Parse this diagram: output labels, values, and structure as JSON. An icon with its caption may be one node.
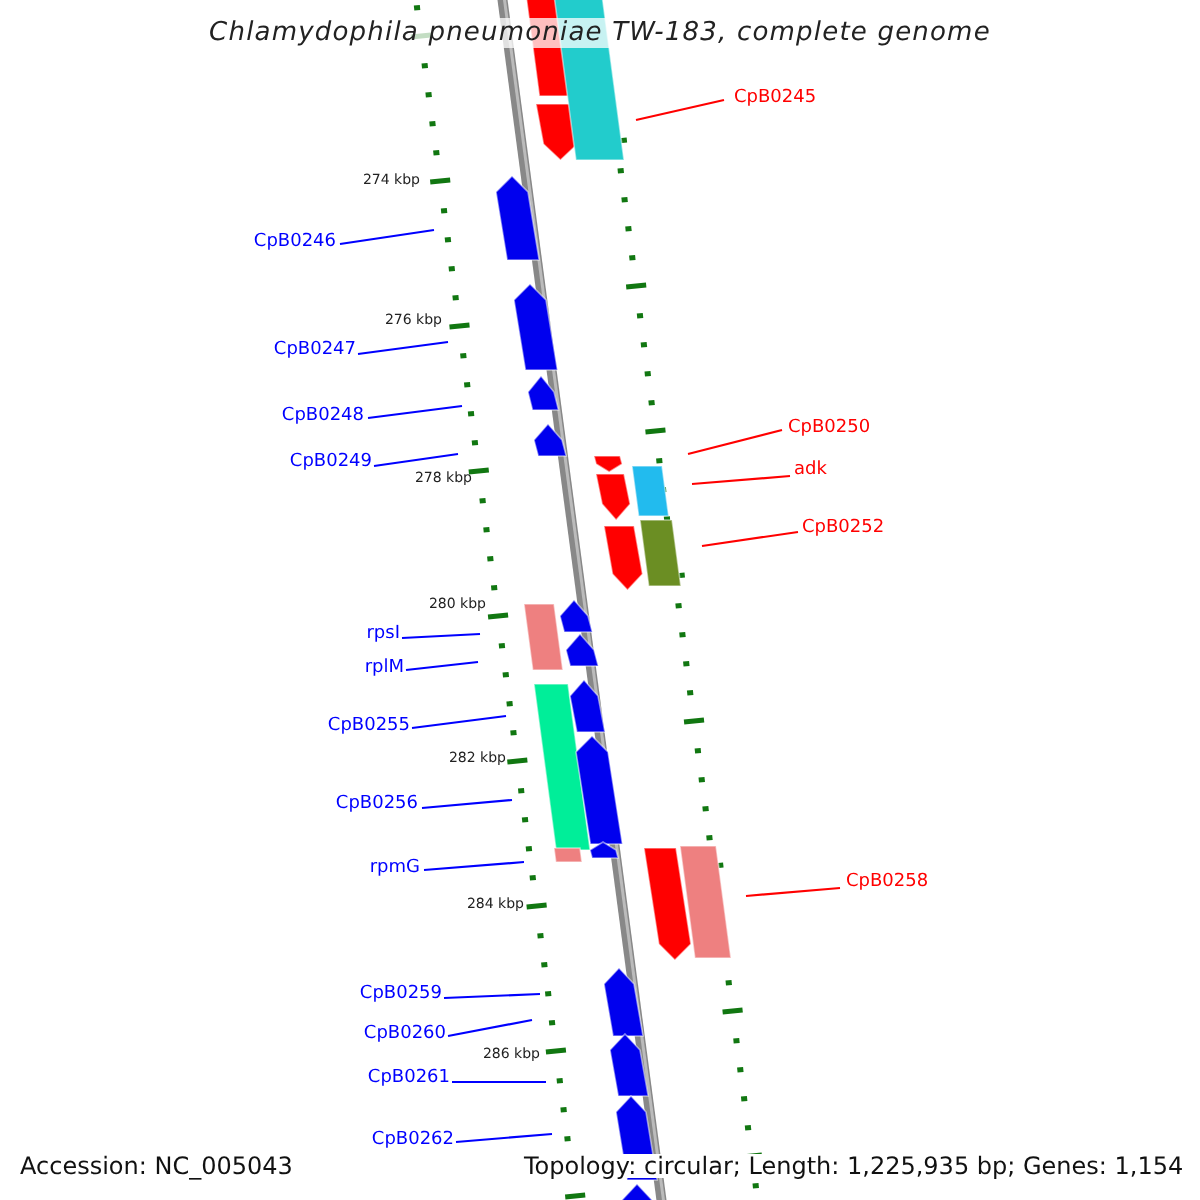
{
  "diagram": {
    "title": "Chlamydophila pneumoniae TW-183, complete genome",
    "nodes": [
      {
        "text": [
          "CpB0245"
        ]
      },
      {
        "text": [
          "CpB0246"
        ]
      },
      {
        "text": [
          "CpB0247"
        ]
      },
      {
        "text": [
          "CpB0248"
        ]
      },
      {
        "text": [
          "CpB0249"
        ]
      },
      {
        "text": [
          "CpB0250"
        ]
      },
      {
        "text": [
          "adk"
        ]
      },
      {
        "text": [
          "CpB0252"
        ]
      },
      {
        "text": [
          "rpsI"
        ]
      },
      {
        "text": [
          "rplM"
        ]
      },
      {
        "text": [
          "CpB0255"
        ]
      },
      {
        "text": [
          "CpB0256"
        ]
      },
      {
        "text": [
          "rpmG"
        ]
      },
      {
        "text": [
          "CpB0258"
        ]
      },
      {
        "text": [
          "CpB0259"
        ]
      },
      {
        "text": [
          "CpB0260"
        ]
      },
      {
        "text": [
          "CpB0261"
        ]
      },
      {
        "text": [
          "CpB0262"
        ]
      }
    ],
    "edges": [
      {
        "from": 0,
        "to": null,
        "arrow": "none",
        "color": "#ff0000"
      },
      {
        "from": 1,
        "to": null,
        "arrow": "none"
      },
      {
        "from": 2,
        "to": null,
        "arrow": "none"
      },
      {
        "from": 3,
        "to": null,
        "arrow": "none"
      },
      {
        "from": 4,
        "to": null,
        "arrow": "none"
      },
      {
        "from": 5,
        "to": null,
        "arrow": "none",
        "color": "#ff0000"
      },
      {
        "from": 6,
        "to": null,
        "arrow": "none",
        "color": "#ff0000"
      },
      {
        "from": 7,
        "to": null,
        "arrow": "none",
        "color": "#ff0000"
      },
      {
        "from": 8,
        "to": null,
        "arrow": "none"
      },
      {
        "from": 9,
        "to": null,
        "arrow": "none"
      },
      {
        "from": 10,
        "to": null,
        "arrow": "none"
      },
      {
        "from": 11,
        "to": null,
        "arrow": "none"
      },
      {
        "from": 12,
        "to": null,
        "arrow": "none"
      },
      {
        "from": 13,
        "to": null,
        "arrow": "none",
        "color": "#ff0000"
      },
      {
        "from": 14,
        "to": null,
        "arrow": "none"
      },
      {
        "from": 15,
        "to": null,
        "arrow": "none"
      },
      {
        "from": 16,
        "to": null,
        "arrow": "none"
      },
      {
        "from": 17,
        "to": null,
        "arrow": "none"
      }
    ],
    "labels": [
      "274 kbp",
      "276 kbp",
      "278 kbp",
      "280 kbp",
      "282 kbp",
      "284 kbp",
      "286 kbp",
      "Accession: NC_005043",
      "Topology: circular; Length: 1,225,935 bp; Genes: 1,154"
    ]
  }
}
